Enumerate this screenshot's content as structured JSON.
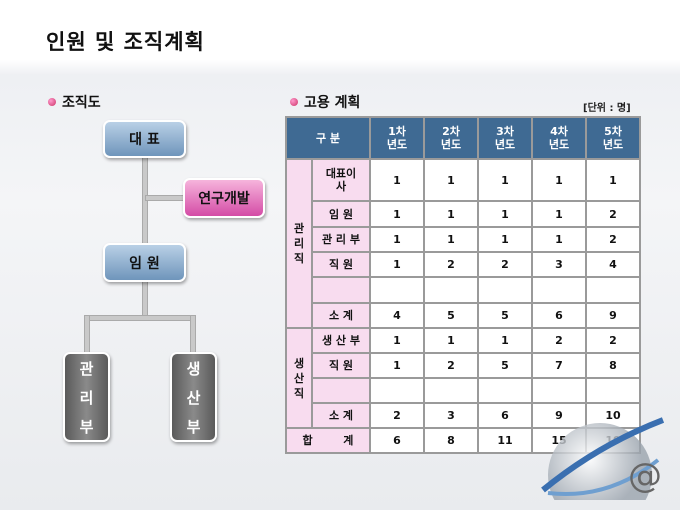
{
  "title": "인원 및 조직계획",
  "org": {
    "heading": "조직도",
    "ceo": "대 표",
    "rnd": "연구개발",
    "exec": "임 원",
    "admin": [
      "관",
      "리",
      "부"
    ],
    "prod": [
      "생",
      "산",
      "부"
    ]
  },
  "hiring": {
    "heading": "고용 계획",
    "unit": "[단위 : 명]",
    "header": {
      "category": "구  분",
      "years": [
        [
          "1차",
          "년도"
        ],
        [
          "2차",
          "년도"
        ],
        [
          "3차",
          "년도"
        ],
        [
          "4차",
          "년도"
        ],
        [
          "5차",
          "년도"
        ]
      ]
    },
    "groups": [
      {
        "name": [
          "관",
          "리",
          "직"
        ],
        "rows": [
          {
            "label": [
              "대표이",
              "사"
            ],
            "values": [
              "1",
              "1",
              "1",
              "1",
              "1"
            ]
          },
          {
            "label": [
              "임   원"
            ],
            "values": [
              "1",
              "1",
              "1",
              "1",
              "2"
            ]
          },
          {
            "label": [
              "관 리 부"
            ],
            "values": [
              "1",
              "1",
              "1",
              "1",
              "2"
            ]
          },
          {
            "label": [
              "직   원"
            ],
            "values": [
              "1",
              "2",
              "2",
              "3",
              "4"
            ]
          },
          {
            "label": [
              ""
            ],
            "values": [
              "",
              "",
              "",
              "",
              ""
            ]
          },
          {
            "label": [
              "소   계"
            ],
            "values": [
              "4",
              "5",
              "5",
              "6",
              "9"
            ]
          }
        ]
      },
      {
        "name": [
          "생",
          "산",
          "직"
        ],
        "rows": [
          {
            "label": [
              "생 산 부"
            ],
            "values": [
              "1",
              "1",
              "1",
              "2",
              "2"
            ]
          },
          {
            "label": [
              "직   원"
            ],
            "values": [
              "1",
              "2",
              "5",
              "7",
              "8"
            ]
          },
          {
            "label": [
              ""
            ],
            "values": [
              "",
              "",
              "",
              "",
              ""
            ]
          },
          {
            "label": [
              "소   계"
            ],
            "values": [
              "2",
              "3",
              "6",
              "9",
              "10"
            ]
          }
        ]
      }
    ],
    "total": {
      "label": "합        계",
      "values": [
        "6",
        "8",
        "11",
        "15",
        "19"
      ]
    }
  },
  "logo_icon": "globe-at-icon"
}
